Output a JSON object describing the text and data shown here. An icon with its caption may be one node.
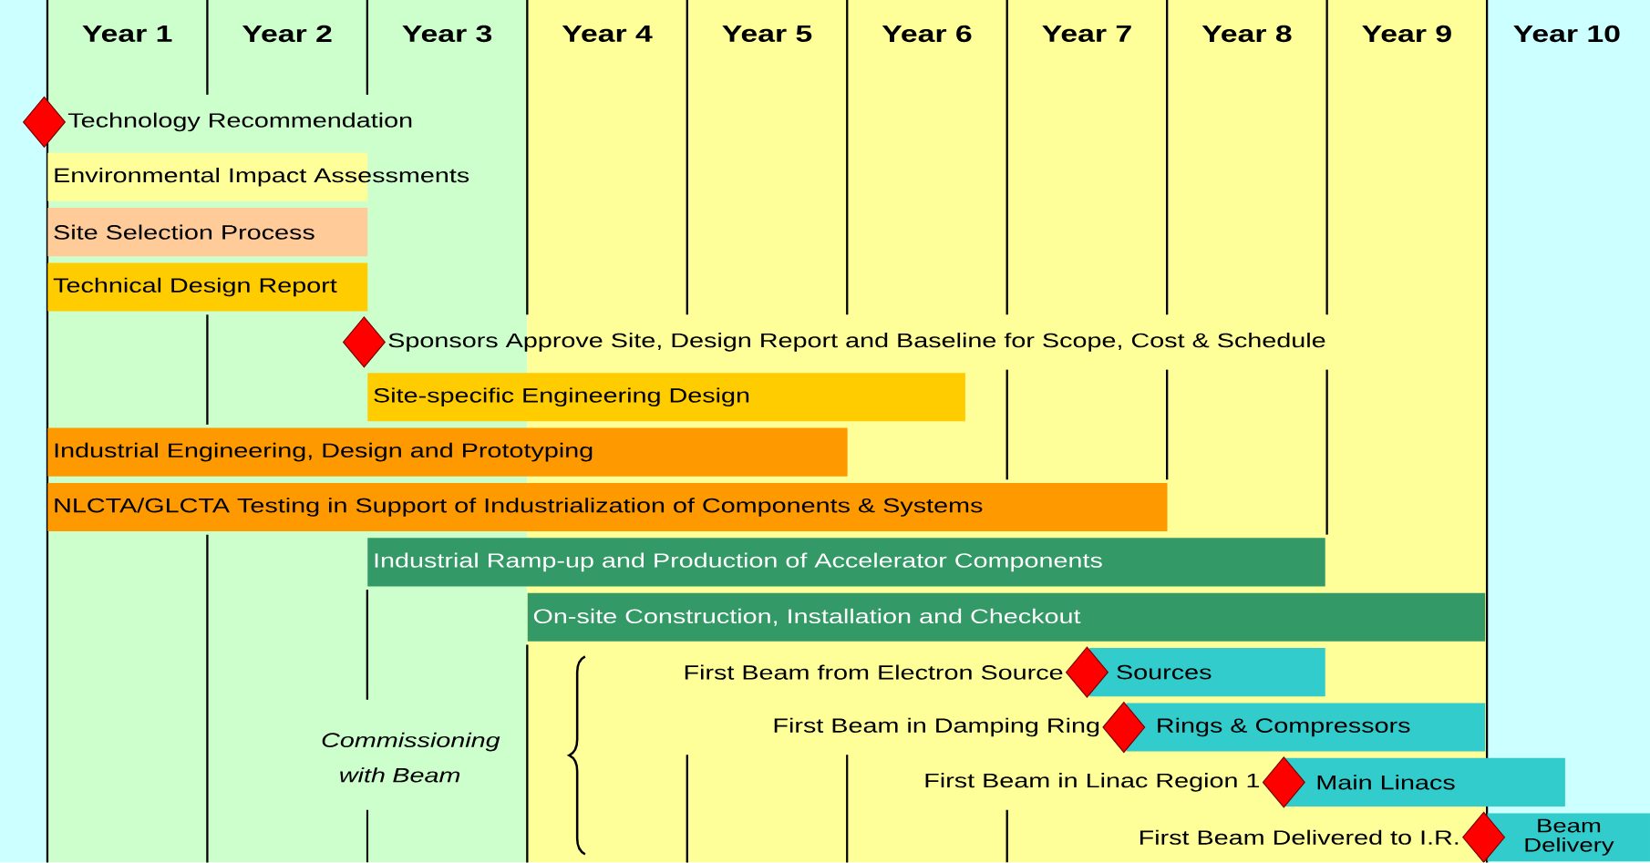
{
  "diagram": {
    "nodes": [
      {
        "text": [],
        "shape": "diamond",
        "beside": [
          "Technology Recommendation"
        ]
      },
      {
        "text": [
          "Environmental Impact Assessments"
        ]
      },
      {
        "text": [
          "Site Selection Process"
        ]
      },
      {
        "text": [
          "Technical Design Report"
        ]
      },
      {
        "text": [],
        "shape": "diamond",
        "beside": [
          "Sponsors Approve Site, Design Report and Baseline for Scope, Cost & Schedule"
        ]
      },
      {
        "text": [
          "Site-specific Engineering Design"
        ]
      },
      {
        "text": [
          "Industrial Engineering, Design and Prototyping"
        ]
      },
      {
        "text": [
          "NLCTA/GLCTA Testing in Support of Industrialization of Components & Systems"
        ]
      },
      {
        "text": [
          "Industrial Ramp-up and Production of Accelerator Components"
        ]
      },
      {
        "text": [
          "On-site Construction, Installation and Checkout"
        ]
      },
      {
        "text": [],
        "shape": "diamond",
        "beside": [
          "First Beam from Electron Source"
        ]
      },
      {
        "text": [
          "Sources"
        ]
      },
      {
        "text": [],
        "shape": "diamond",
        "beside": [
          "First Beam in Damping Ring"
        ]
      },
      {
        "text": [
          "Rings & Compressors"
        ]
      },
      {
        "text": [],
        "shape": "diamond",
        "beside": [
          "First Beam in Linac Region 1"
        ]
      },
      {
        "text": [
          "Main Linacs"
        ]
      },
      {
        "text": [],
        "shape": "diamond",
        "beside": [
          "First Beam Delivered to I.R."
        ]
      },
      {
        "text": [
          "Beam Delivery"
        ]
      }
    ],
    "labels": [
      "Year 1",
      "Year 2",
      "Year 3",
      "Year 4",
      "Year 5",
      "Year 6",
      "Year 7",
      "Year 8",
      "Year 9",
      "Year 10",
      "Commissioning with Beam"
    ]
  }
}
